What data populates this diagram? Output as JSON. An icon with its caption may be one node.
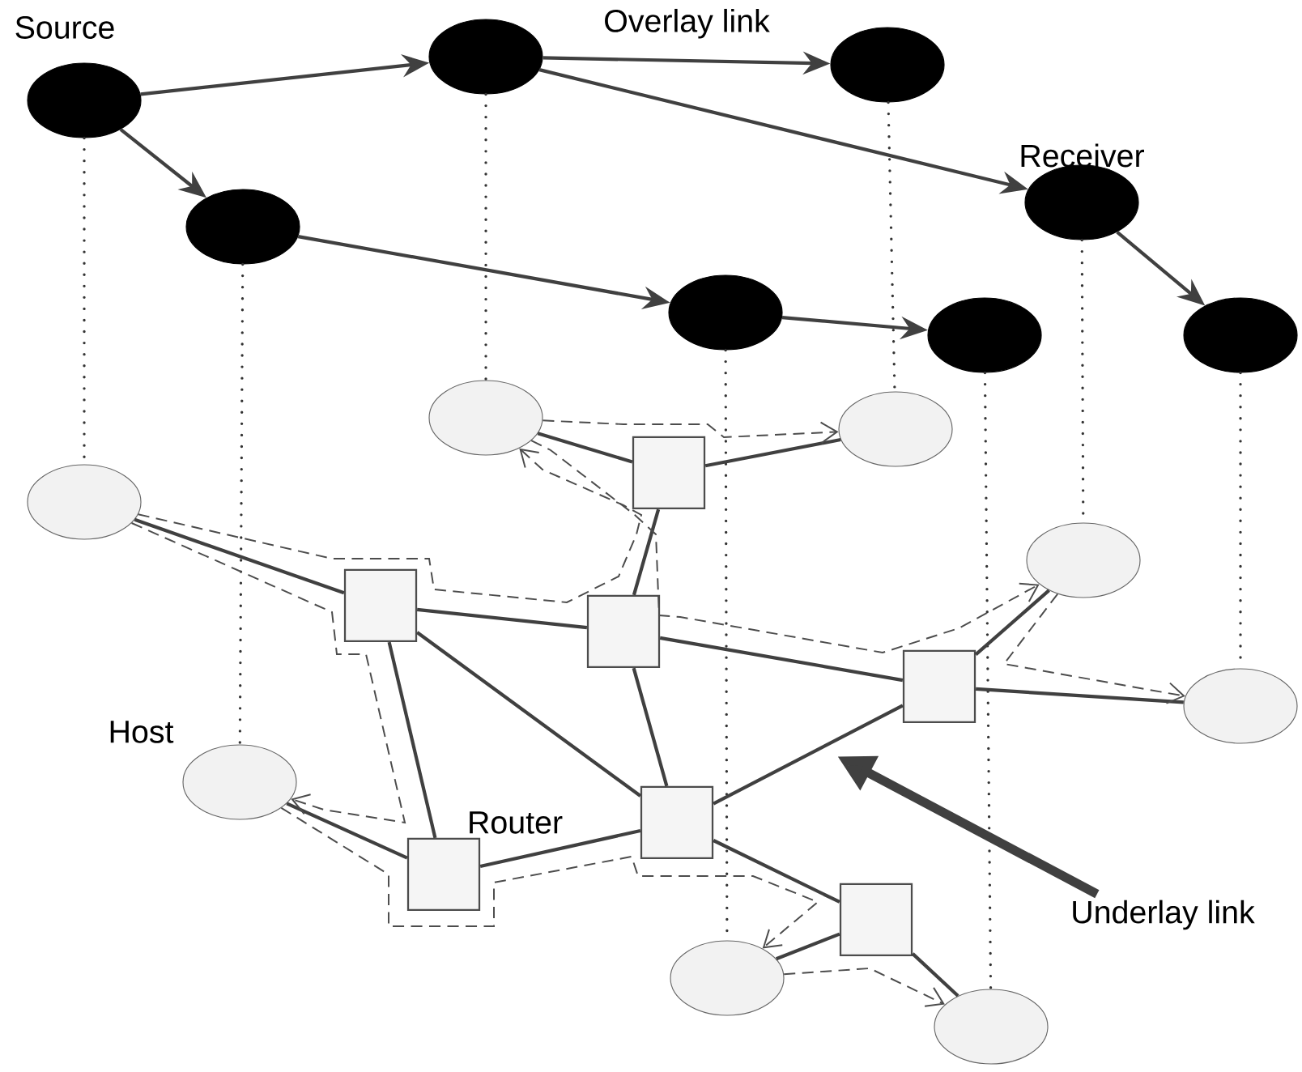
{
  "diagram": {
    "nodes": [
      {
        "text": [
          "Source"
        ]
      },
      {
        "text": [],
        "shape": "ellipse"
      },
      {
        "text": [],
        "shape": "ellipse"
      },
      {
        "text": [],
        "shape": "ellipse"
      },
      {
        "text": [
          "Receiver"
        ]
      },
      {
        "text": [],
        "shape": "ellipse"
      },
      {
        "text": [],
        "shape": "ellipse"
      },
      {
        "text": [],
        "shape": "ellipse"
      },
      {
        "text": [],
        "shape": "ellipse"
      },
      {
        "text": [],
        "shape": "ellipse"
      },
      {
        "text": [],
        "shape": "ellipse"
      },
      {
        "text": [],
        "shape": "ellipse"
      },
      {
        "text": [],
        "shape": "ellipse"
      },
      {
        "text": [
          "Host"
        ]
      },
      {
        "text": [],
        "shape": "ellipse"
      },
      {
        "text": [],
        "shape": "ellipse"
      },
      {
        "text": [],
        "shape": "box"
      },
      {
        "text": [],
        "shape": "box"
      },
      {
        "text": [],
        "shape": "box"
      },
      {
        "text": [],
        "shape": "box"
      },
      {
        "text": [],
        "shape": "box"
      },
      {
        "text": [
          "Router"
        ]
      },
      {
        "text": [],
        "shape": "box"
      },
      {
        "text": [
          "Underlay link"
        ]
      }
    ],
    "edges": [
      {
        "from": 0,
        "to": 1,
        "arrow": "to"
      },
      {
        "from": 0,
        "to": 3,
        "arrow": "to"
      },
      {
        "from": 1,
        "to": 2,
        "arrow": "to",
        "label": "Overlay link"
      },
      {
        "from": 1,
        "to": 4,
        "arrow": "to"
      },
      {
        "from": 3,
        "to": 5,
        "arrow": "to"
      },
      {
        "from": 5,
        "to": 6,
        "arrow": "to"
      },
      {
        "from": 4,
        "to": 7,
        "arrow": "to"
      },
      {
        "from": 0,
        "to": 10,
        "arrow": "none",
        "style": "dashed"
      },
      {
        "from": 1,
        "to": 8,
        "arrow": "none",
        "style": "dashed"
      },
      {
        "from": 2,
        "to": 9,
        "arrow": "none",
        "style": "dashed"
      },
      {
        "from": 3,
        "to": 13,
        "arrow": "none",
        "style": "dashed"
      },
      {
        "from": 4,
        "to": 11,
        "arrow": "none",
        "style": "dashed"
      },
      {
        "from": 5,
        "to": 14,
        "arrow": "none",
        "style": "dashed"
      },
      {
        "from": 6,
        "to": 15,
        "arrow": "none",
        "style": "dashed"
      },
      {
        "from": 7,
        "to": 12,
        "arrow": "none",
        "style": "dashed"
      },
      {
        "from": 10,
        "to": 17,
        "arrow": "none"
      },
      {
        "from": 17,
        "to": 18,
        "arrow": "none"
      },
      {
        "from": 17,
        "to": 21,
        "arrow": "none"
      },
      {
        "from": 17,
        "to": 20,
        "arrow": "none"
      },
      {
        "from": 8,
        "to": 16,
        "arrow": "none"
      },
      {
        "from": 16,
        "to": 9,
        "arrow": "none"
      },
      {
        "from": 16,
        "to": 18,
        "arrow": "none"
      },
      {
        "from": 18,
        "to": 19,
        "arrow": "none"
      },
      {
        "from": 18,
        "to": 20,
        "arrow": "none"
      },
      {
        "from": 19,
        "to": 11,
        "arrow": "none"
      },
      {
        "from": 19,
        "to": 12,
        "arrow": "none"
      },
      {
        "from": 19,
        "to": 20,
        "arrow": "none"
      },
      {
        "from": 13,
        "to": 21,
        "arrow": "none"
      },
      {
        "from": 21,
        "to": 20,
        "arrow": "none"
      },
      {
        "from": 20,
        "to": 22,
        "arrow": "none"
      },
      {
        "from": 22,
        "to": 14,
        "arrow": "none"
      },
      {
        "from": 22,
        "to": 15,
        "arrow": "none"
      },
      {
        "from": 23,
        "to": null,
        "arrow": "to",
        "style": "thick"
      },
      {
        "from": 10,
        "to": 8,
        "arrow": "to",
        "style": "dashed"
      },
      {
        "from": 10,
        "to": 13,
        "arrow": "to",
        "style": "dashed"
      },
      {
        "from": 8,
        "to": 9,
        "arrow": "to",
        "style": "dashed"
      },
      {
        "from": 8,
        "to": 11,
        "arrow": "to",
        "style": "dashed"
      },
      {
        "from": 13,
        "to": 14,
        "arrow": "to",
        "style": "dashed"
      },
      {
        "from": 14,
        "to": 15,
        "arrow": "to",
        "style": "dashed"
      },
      {
        "from": 11,
        "to": 12,
        "arrow": "to",
        "style": "dashed"
      }
    ]
  }
}
